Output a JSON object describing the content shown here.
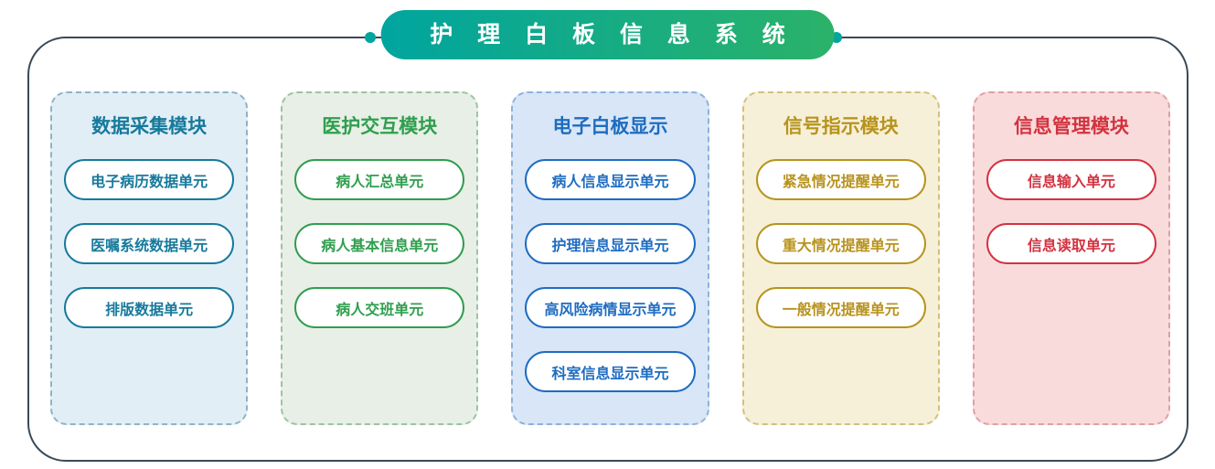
{
  "title": "护 理 白 板 信 息 系 统",
  "accent_color": "#00a59f",
  "frame_border_color": "#3a4a57",
  "title_gradient": [
    "#00a59f",
    "#2bb269"
  ],
  "modules": [
    {
      "name": "数据采集模块",
      "color": "#177a9c",
      "bg": "#e2eef6",
      "border": "#8fb3c6",
      "items": [
        "电子病历数据单元",
        "医嘱系统数据单元",
        "排版数据单元"
      ]
    },
    {
      "name": "医护交互模块",
      "color": "#2f9e4e",
      "bg": "#e7efe6",
      "border": "#9cc3a3",
      "items": [
        "病人汇总单元",
        "病人基本信息单元",
        "病人交班单元"
      ]
    },
    {
      "name": "电子白板显示",
      "color": "#1e6cc0",
      "bg": "#d8e6f7",
      "border": "#8fb2d8",
      "items": [
        "病人信息显示单元",
        "护理信息显示单元",
        "高风险病情显示单元",
        "科室信息显示单元"
      ]
    },
    {
      "name": "信号指示模块",
      "color": "#b8931d",
      "bg": "#f6f0d8",
      "border": "#d2c07e",
      "items": [
        "紧急情况提醒单元",
        "重大情况提醒单元",
        "一般情况提醒单元"
      ]
    },
    {
      "name": "信息管理模块",
      "color": "#d23340",
      "bg": "#f9dbdb",
      "border": "#dfa0a6",
      "items": [
        "信息输入单元",
        "信息读取单元"
      ]
    }
  ]
}
